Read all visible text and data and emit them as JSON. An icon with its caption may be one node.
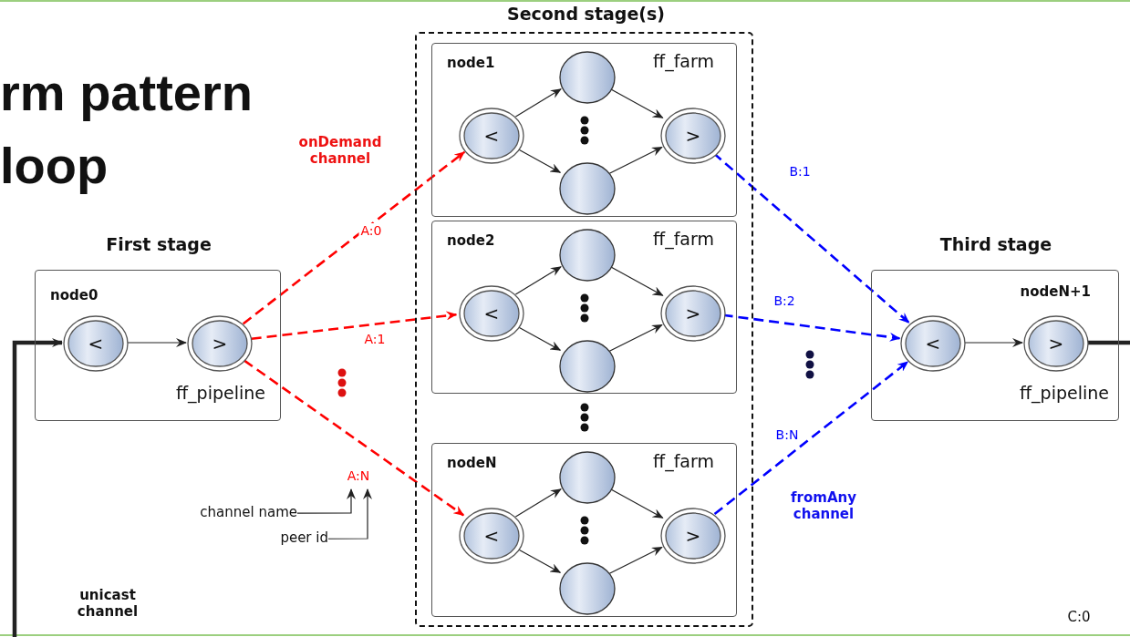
{
  "diagram": {
    "title": "rm pattern loop",
    "nodes": [
      {
        "text": [
          "First stage",
          "node0",
          "ff_pipeline"
        ]
      },
      {
        "text": [
          "<"
        ],
        "in": 0
      },
      {
        "text": [
          ">"
        ],
        "in": 0
      },
      {
        "text": [
          "Second stage(s)"
        ]
      },
      {
        "text": [
          "node1",
          "ff_farm"
        ],
        "in": 3
      },
      {
        "text": [
          "<"
        ],
        "in": 4
      },
      {
        "text": [],
        "shape": "circle",
        "in": 4
      },
      {
        "text": [],
        "shape": "circle",
        "in": 4
      },
      {
        "text": [
          ">"
        ],
        "in": 4
      },
      {
        "text": [
          "node2",
          "ff_farm"
        ],
        "in": 3
      },
      {
        "text": [
          "<"
        ],
        "in": 9
      },
      {
        "text": [],
        "shape": "circle",
        "in": 9
      },
      {
        "text": [],
        "shape": "circle",
        "in": 9
      },
      {
        "text": [
          ">"
        ],
        "in": 9
      },
      {
        "text": [
          "nodeN",
          "ff_farm"
        ],
        "in": 3
      },
      {
        "text": [
          "<"
        ],
        "in": 14
      },
      {
        "text": [],
        "shape": "circle",
        "in": 14
      },
      {
        "text": [],
        "shape": "circle",
        "in": 14
      },
      {
        "text": [
          ">"
        ],
        "in": 14
      },
      {
        "text": [
          "Third stage",
          "nodeN+1",
          "ff_pipeline"
        ]
      },
      {
        "text": [
          "<"
        ],
        "in": 19
      },
      {
        "text": [
          ">"
        ],
        "in": 19
      },
      {
        "text": [
          "channel name"
        ]
      },
      {
        "text": [
          "peer id"
        ]
      }
    ],
    "edges": [
      {
        "from": 1,
        "to": 2,
        "arrow": "to"
      },
      {
        "from": 2,
        "to": 5,
        "arrow": "to",
        "label": "A:0",
        "style": "dashed",
        "color": "#ff0000"
      },
      {
        "from": 2,
        "to": 10,
        "arrow": "to",
        "label": "A:1",
        "style": "dashed",
        "color": "#ff0000"
      },
      {
        "from": 2,
        "to": 15,
        "arrow": "to",
        "label": "A:N",
        "style": "dashed",
        "color": "#ff0000"
      },
      {
        "from": 5,
        "to": 6,
        "arrow": "to"
      },
      {
        "from": 5,
        "to": 7,
        "arrow": "to"
      },
      {
        "from": 6,
        "to": 8,
        "arrow": "to"
      },
      {
        "from": 7,
        "to": 8,
        "arrow": "to"
      },
      {
        "from": 10,
        "to": 11,
        "arrow": "to"
      },
      {
        "from": 10,
        "to": 12,
        "arrow": "to"
      },
      {
        "from": 11,
        "to": 13,
        "arrow": "to"
      },
      {
        "from": 12,
        "to": 13,
        "arrow": "to"
      },
      {
        "from": 15,
        "to": 16,
        "arrow": "to"
      },
      {
        "from": 15,
        "to": 17,
        "arrow": "to"
      },
      {
        "from": 16,
        "to": 18,
        "arrow": "to"
      },
      {
        "from": 17,
        "to": 18,
        "arrow": "to"
      },
      {
        "from": 8,
        "to": 20,
        "arrow": "to",
        "label": "B:1",
        "style": "dashed",
        "color": "#0000ff"
      },
      {
        "from": 13,
        "to": 20,
        "arrow": "to",
        "label": "B:2",
        "style": "dashed",
        "color": "#0000ff"
      },
      {
        "from": 18,
        "to": 20,
        "arrow": "to",
        "label": "B:N",
        "style": "dashed",
        "color": "#0000ff"
      },
      {
        "from": 20,
        "to": 21,
        "arrow": "to"
      },
      {
        "from": 21,
        "to": null,
        "arrow": "none",
        "style": "thick"
      },
      {
        "from": null,
        "to": 1,
        "arrow": "to",
        "style": "thick"
      },
      {
        "from": 22,
        "to": null,
        "arrow": "to"
      },
      {
        "from": 23,
        "to": null,
        "arrow": "to"
      }
    ],
    "labels": [
      "onDemand channel",
      "fromAny channel",
      "unicast channel",
      "C:0"
    ]
  }
}
